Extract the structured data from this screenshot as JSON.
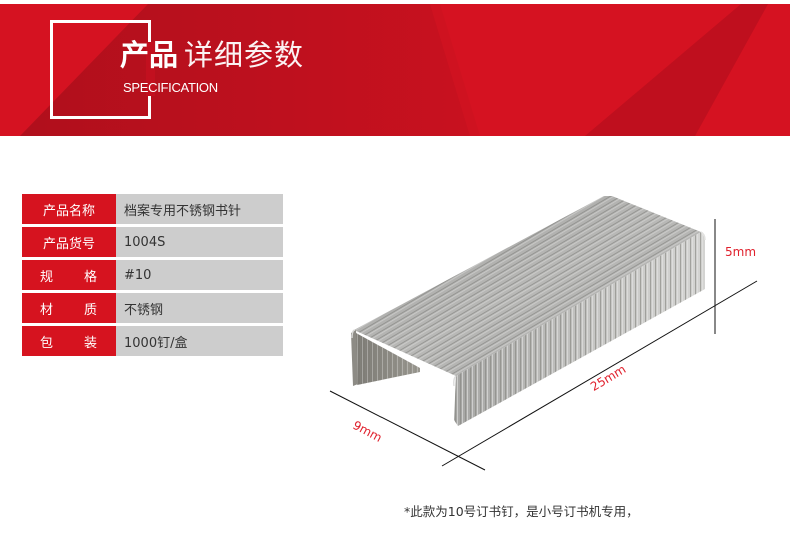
{
  "header": {
    "title_bold": "产品",
    "title_light": "详细参数",
    "subtitle": "SPECIFICATION",
    "colors": {
      "base": "#d51221",
      "shade": "#b80f1d",
      "frame": "#ffffff"
    }
  },
  "spec_table": {
    "rows": [
      {
        "label": "产品名称",
        "label_chars": null,
        "value": "档案专用不锈钢书针"
      },
      {
        "label": "产品货号",
        "label_chars": null,
        "value": "1004S"
      },
      {
        "label": "规格",
        "label_chars": [
          "规",
          "格"
        ],
        "value": "#10"
      },
      {
        "label": "材质",
        "label_chars": [
          "材",
          "质"
        ],
        "value": "不锈钢"
      },
      {
        "label": "包装",
        "label_chars": [
          "包",
          "装"
        ],
        "value": "1000钉/盒"
      }
    ],
    "colors": {
      "label_bg": "#d6131f",
      "value_bg": "#cdcdcd",
      "value_text": "#333333"
    }
  },
  "product_image": {
    "subject": "stainless steel staple strip",
    "dimensions": {
      "height": "5mm",
      "length": "25mm",
      "width": "9mm"
    },
    "label_color": "#e0202c"
  },
  "note": "*此款为10号订书钉，是小号订书机专用，"
}
